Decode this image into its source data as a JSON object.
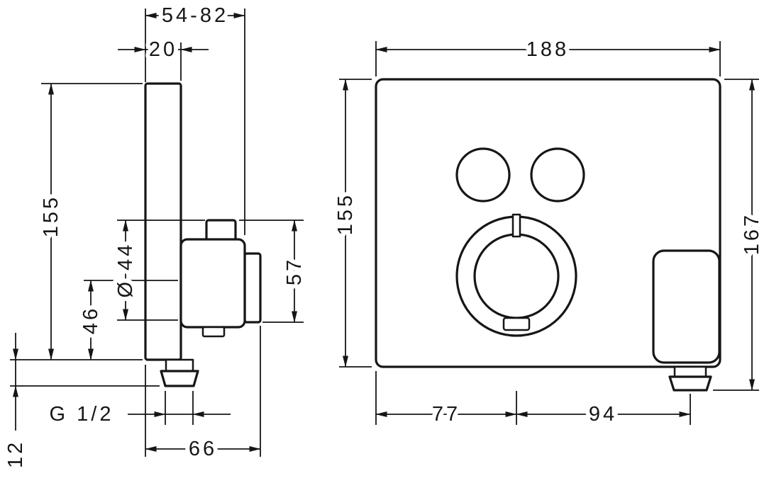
{
  "colors": {
    "line": "#161616",
    "background": "#ffffff"
  },
  "side_view": {
    "dims": {
      "depth_range": "54-82",
      "plate_thickness": "20",
      "plate_height": "155",
      "body_diameter": "Ø 44",
      "center_height": "46",
      "handle_depth": "57",
      "thread": "G 1/2",
      "overall_depth": "66",
      "outlet_drop": "12"
    }
  },
  "front_view": {
    "dims": {
      "plate_width": "188",
      "plate_height": "155",
      "overall_height": "167",
      "handle_center_from_left": "77",
      "outlet_from_handle_center": "94"
    }
  }
}
